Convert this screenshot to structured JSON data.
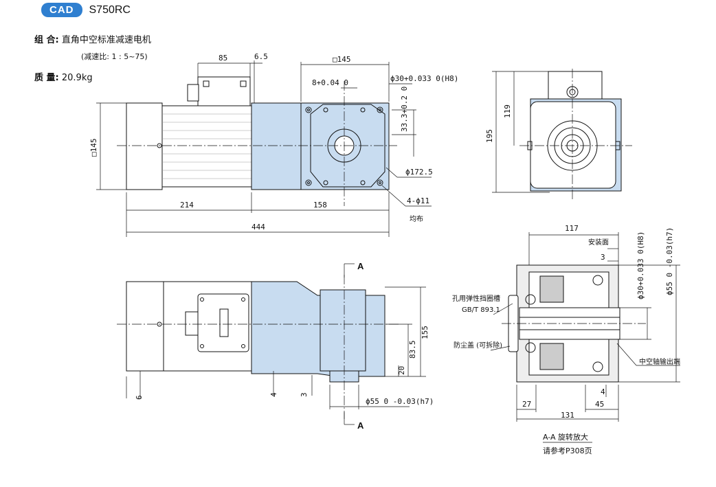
{
  "header": {
    "cad_label": "CAD",
    "model": "S750RC"
  },
  "spec": {
    "combo_label": "组 合:",
    "combo_value": "直角中空标准减速电机",
    "ratio": "(减速比: 1 : 5~75)",
    "mass_label": "质 量:",
    "mass_value": "20.9kg"
  },
  "dims": {
    "d85": "85",
    "d6_5": "6.5",
    "sq145_top": "□145",
    "sq145_side": "□145",
    "tol_8": "8+0.04 0",
    "bore_h8": "ϕ30+0.033 0(H8)",
    "d33_3": "33.3+0.2 0",
    "d172_5": "ϕ172.5",
    "holes": "4-ϕ11",
    "holes_note": "均布",
    "d214": "214",
    "d158": "158",
    "d444": "444",
    "d119": "119",
    "d195": "195",
    "d155": "155",
    "d83_5": "83.5",
    "d20": "20",
    "d6": "6",
    "d4": "4",
    "d3": "3",
    "shaft_h7": "ϕ55 0 -0.03(h7)"
  },
  "section": {
    "arrow_label": "A",
    "d117": "117",
    "mount_face": "安装面",
    "d3": "3",
    "bore_h8": "ϕ30+0.033 0(H8)",
    "shaft_h7": "ϕ55 0 -0.03(h7)",
    "circlip": "孔用弹性挡圈槽",
    "circlip_std": "GB/T 893.1",
    "dust_cap": "防尘盖 (可拆除)",
    "hollow_out": "中空轴输出端",
    "d27": "27",
    "d131": "131",
    "d45": "45",
    "d4": "4",
    "caption": "A-A 旋转放大",
    "caption_ref": "请参考P308页"
  },
  "colors": {
    "badge": "#2f7fd0",
    "gearbox": "#c8dcf0",
    "line": "#111111"
  }
}
